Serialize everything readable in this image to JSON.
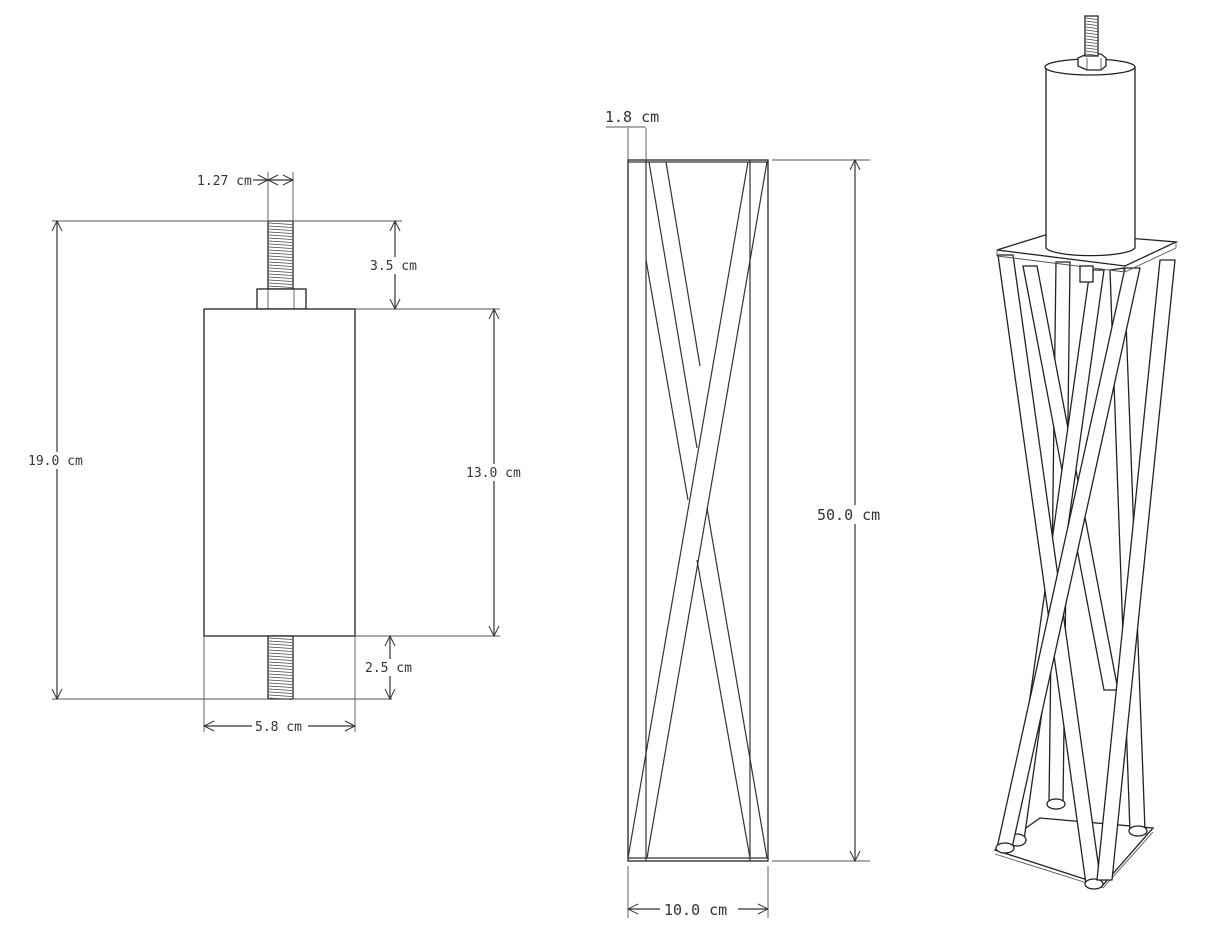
{
  "dimensions": {
    "bolt_diameter": "1.27 cm",
    "bolt_top_length": "3.5 cm",
    "total_height": "19.0 cm",
    "cylinder_height": "13.0 cm",
    "bolt_bottom_length": "2.5 cm",
    "cylinder_width": "5.8 cm",
    "bar_thickness": "1.8 cm",
    "frame_height": "50.0 cm",
    "frame_width": "10.0 cm"
  }
}
